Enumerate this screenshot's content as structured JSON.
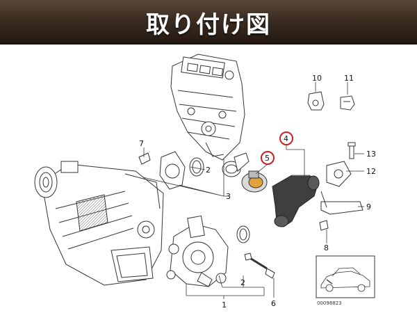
{
  "header": {
    "title": "取り付け図",
    "bg_color": "#3c2d22",
    "text_color": "#ffffff"
  },
  "diagram": {
    "highlight_color": "#cc1f1f",
    "callouts": [
      {
        "id": "1",
        "label": "1"
      },
      {
        "id": "2a",
        "label": "2"
      },
      {
        "id": "2b",
        "label": "2"
      },
      {
        "id": "3",
        "label": "3"
      },
      {
        "id": "4",
        "label": "4",
        "highlighted": true
      },
      {
        "id": "5",
        "label": "5",
        "highlighted": true
      },
      {
        "id": "6",
        "label": "6"
      },
      {
        "id": "7",
        "label": "7"
      },
      {
        "id": "8",
        "label": "8"
      },
      {
        "id": "9",
        "label": "9"
      },
      {
        "id": "10",
        "label": "10"
      },
      {
        "id": "11",
        "label": "11"
      },
      {
        "id": "12",
        "label": "12"
      },
      {
        "id": "13",
        "label": "13"
      }
    ],
    "reference_code": "00098823"
  }
}
